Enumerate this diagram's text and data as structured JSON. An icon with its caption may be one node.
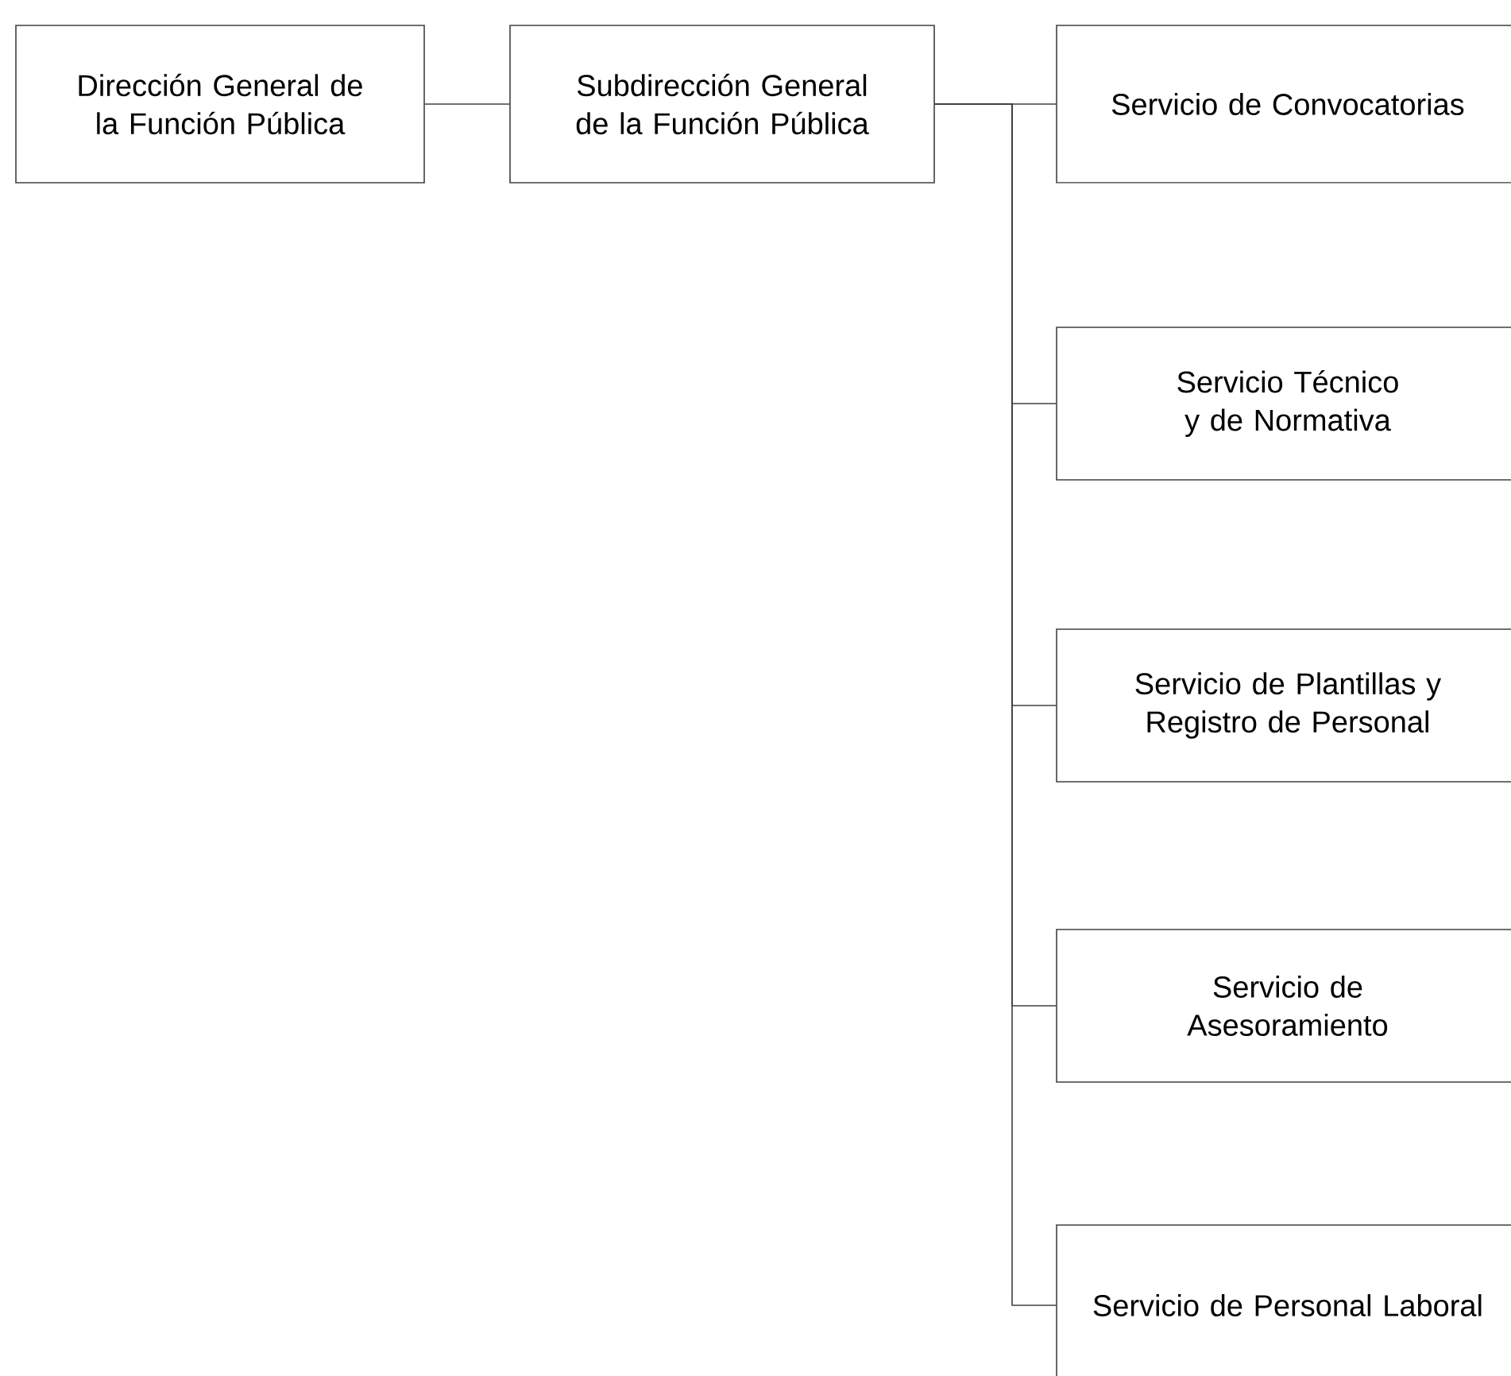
{
  "diagram": {
    "nodes": [
      {
        "text": [
          "Dirección General de la Función Pública"
        ]
      },
      {
        "text": [
          "Subdirección General de la Función Pública"
        ]
      },
      {
        "text": [
          "Servicio de Convocatorias"
        ]
      },
      {
        "text": [
          "Servicio Técnico y de Normativa"
        ]
      },
      {
        "text": [
          "Servicio de Plantillas y Registro de Personal"
        ]
      },
      {
        "text": [
          "Servicio de Asesoramiento"
        ]
      },
      {
        "text": [
          "Servicio de Personal Laboral"
        ]
      }
    ],
    "edges": [
      {
        "from": 0,
        "to": 1,
        "arrow": "none"
      },
      {
        "from": 1,
        "to": 2,
        "arrow": "none"
      },
      {
        "from": 1,
        "to": 3,
        "arrow": "none"
      },
      {
        "from": 1,
        "to": 4,
        "arrow": "none"
      },
      {
        "from": 1,
        "to": 5,
        "arrow": "none"
      },
      {
        "from": 1,
        "to": 6,
        "arrow": "none"
      }
    ]
  }
}
